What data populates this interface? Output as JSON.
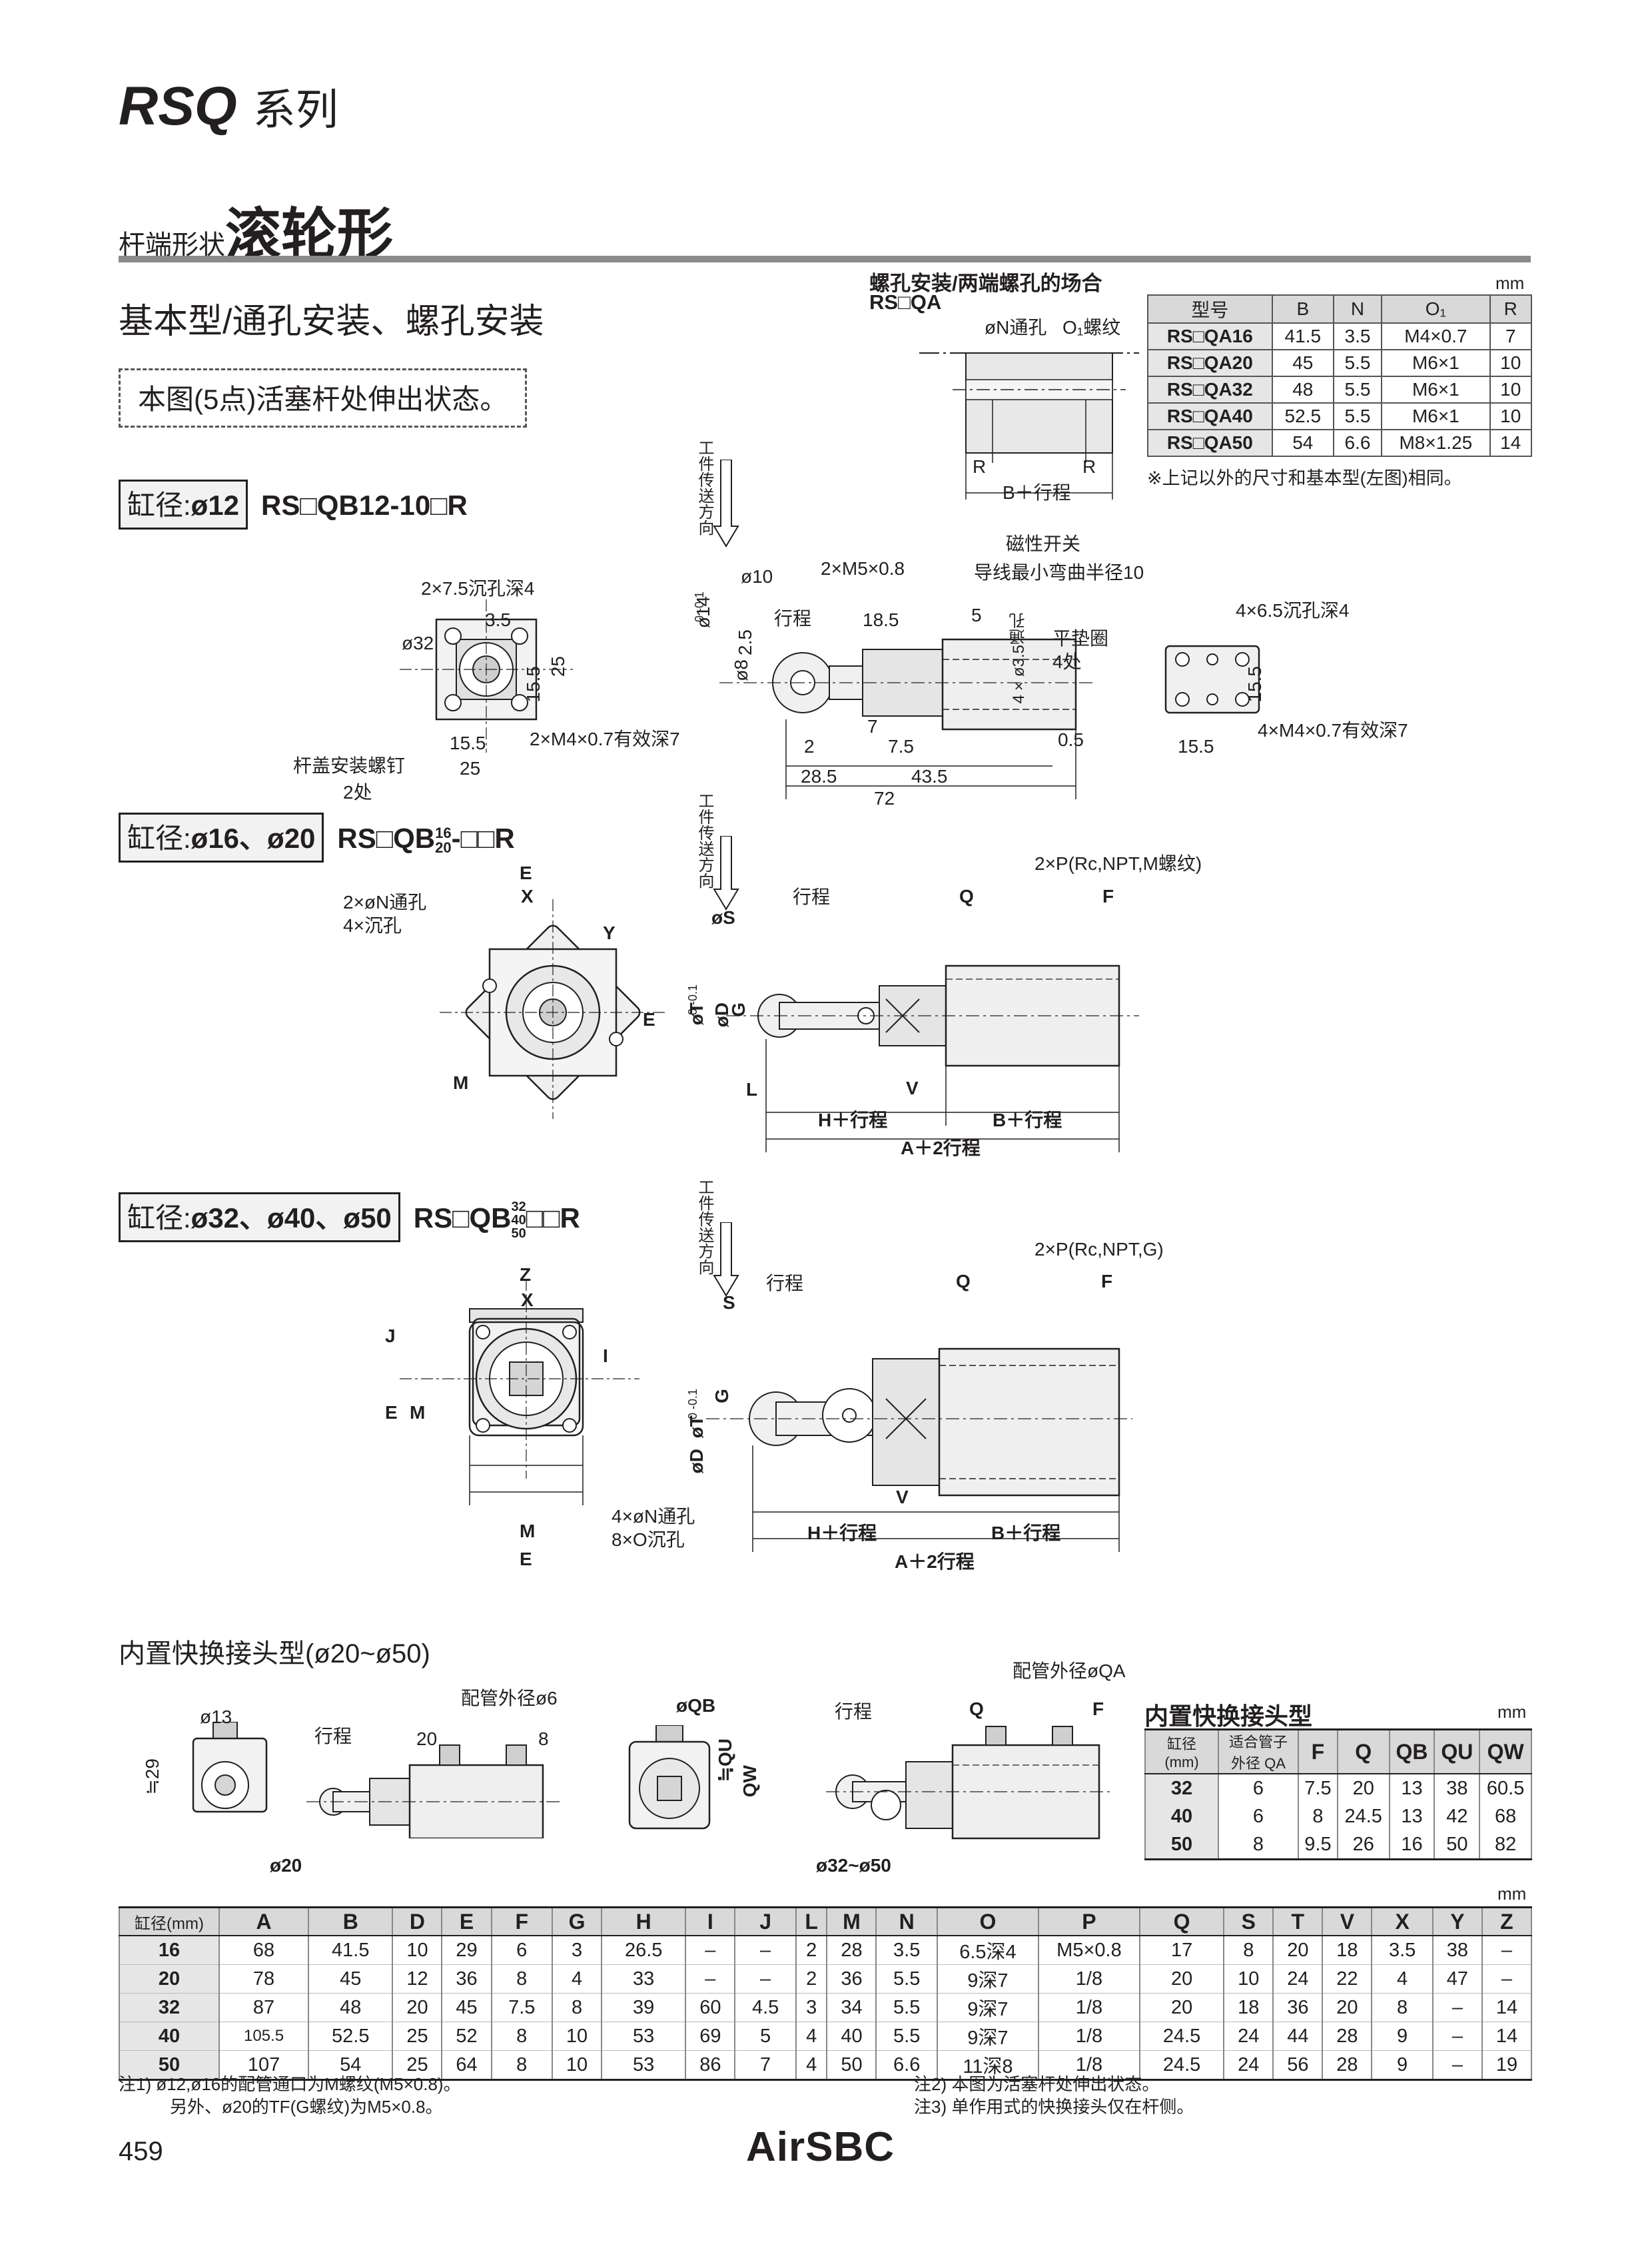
{
  "header": {
    "series_code": "RSQ",
    "series_suffix": "系列",
    "rod_end_prefix": "杆端形状",
    "rod_end_type": "滚轮形",
    "basic_type": "基本型/通孔安装、螺孔安装",
    "note_box": "本图(5点)活塞杆处伸出状态。"
  },
  "qa_section": {
    "title": "螺孔安装/两端螺孔的场合",
    "model": "RS□QA",
    "unit": "mm",
    "labels": {
      "n": "øN通孔",
      "o": "O₁螺纹",
      "r": "R",
      "b": "B＋行程"
    },
    "columns": [
      "型号",
      "B",
      "N",
      "O₁",
      "R"
    ],
    "rows": [
      [
        "RS□QA16",
        "41.5",
        "3.5",
        "M4×0.7",
        "7"
      ],
      [
        "RS□QA20",
        "45",
        "5.5",
        "M6×1",
        "10"
      ],
      [
        "RS□QA32",
        "48",
        "5.5",
        "M6×1",
        "10"
      ],
      [
        "RS□QA40",
        "52.5",
        "5.5",
        "M6×1",
        "10"
      ],
      [
        "RS□QA50",
        "54",
        "6.6",
        "M8×1.25",
        "14"
      ]
    ],
    "footnote": "※上记以外的尺寸和基本型(左图)相同。"
  },
  "sec12": {
    "bore_label": "缸径:",
    "bore_value": "ø12",
    "model": "RS□QB12-10□R",
    "labels": {
      "counterbore": "2×7.5沉孔深4",
      "d32": "ø32",
      "d35": "3.5",
      "d155a": "15.5",
      "d25a": "25",
      "d155b": "15.5",
      "d25b": "25",
      "tap": "2×M4×0.7有效深7",
      "screw": "杆盖安装螺钉",
      "screw_qty": "2处",
      "workdir": "工件传送方向",
      "d10": "ø10",
      "m5": "2×M5×0.8",
      "switch": "磁性开关",
      "wire": "导线最小弯曲半径10",
      "stroke": "行程",
      "d185": "18.5",
      "d5": "5",
      "d14": "ø14",
      "tol": "0 -0.1",
      "d8": "ø8",
      "d25": "2.5",
      "thru": "4×ø3.5通孔",
      "washer": "平垫圈",
      "washer_qty": "4处",
      "d7": "7",
      "d75": "7.5",
      "d2": "2",
      "d05": "0.5",
      "d285": "28.5",
      "d435": "43.5",
      "d72": "72",
      "cb2": "4×6.5沉孔深4",
      "d155c": "15.5",
      "tap2": "4×M4×0.7有效深7",
      "d155d": "15.5"
    }
  },
  "sec16": {
    "bore_label": "缸径:",
    "bore_value": "ø16、ø20",
    "model_prefix": "RS□QB",
    "model_sup": "16",
    "model_sub": "20",
    "model_suffix": "-□□R",
    "labels": {
      "e": "E",
      "x": "X",
      "y": "Y",
      "m": "M",
      "e2": "E",
      "holes": "2×øN通孔",
      "cb": "4×沉孔",
      "workdir": "工件传送方向",
      "stroke": "行程",
      "s": "øS",
      "q": "Q",
      "f": "F",
      "port": "2×P(Rc,NPT,M螺纹)",
      "t": "øT",
      "tol": "0 -0.1",
      "d": "øD",
      "g": "G",
      "l": "L",
      "v": "V",
      "h": "H＋行程",
      "b": "B＋行程",
      "a": "A＋2行程"
    }
  },
  "sec32": {
    "bore_label": "缸径:",
    "bore_value": "ø32、ø40、ø50",
    "model_prefix": "RS□QB",
    "model_stack": [
      "32",
      "40",
      "50"
    ],
    "model_suffix": "□□R",
    "labels": {
      "z": "Z",
      "x": "X",
      "j": "J",
      "i": "I",
      "e": "E",
      "m": "M",
      "m2": "M",
      "e2": "E",
      "holes": "4×øN通孔",
      "cb": "8×O沉孔",
      "workdir": "工件传送方向",
      "stroke": "行程",
      "s": "S",
      "q": "Q",
      "f": "F",
      "port": "2×P(Rc,NPT,G)",
      "t": "øT",
      "tol": "0 -0.1",
      "d": "øD",
      "g": "G",
      "v": "V",
      "h": "H＋行程",
      "b": "B＋行程",
      "a": "A＋2行程"
    }
  },
  "quick": {
    "title": "内置快换接头型(ø20~ø50)",
    "d13": "ø13",
    "d29": "≒29",
    "tube6": "配管外径ø6",
    "stroke": "行程",
    "d20": "20",
    "d8": "8",
    "label20": "ø20",
    "qb": "øQB",
    "qu": "≒QU",
    "qw": "QW",
    "tubeqa": "配管外径øQA",
    "stroke2": "行程",
    "q": "Q",
    "f": "F",
    "label3250": "ø32~ø50",
    "table_title": "内置快换接头型",
    "unit": "mm",
    "col_bore": "缸径 (mm)",
    "col_tube": "适合管子 外径 QA",
    "columns": [
      "F",
      "Q",
      "QB",
      "QU",
      "QW"
    ],
    "rows": [
      [
        "32",
        "6",
        "7.5",
        "20",
        "13",
        "38",
        "60.5"
      ],
      [
        "40",
        "6",
        "8",
        "24.5",
        "13",
        "42",
        "68"
      ],
      [
        "50",
        "8",
        "9.5",
        "26",
        "16",
        "50",
        "82"
      ]
    ]
  },
  "dims": {
    "unit": "mm",
    "columns": [
      "缸径(mm)",
      "A",
      "B",
      "D",
      "E",
      "F",
      "G",
      "H",
      "I",
      "J",
      "L",
      "M",
      "N",
      "O",
      "P",
      "Q",
      "S",
      "T",
      "V",
      "X",
      "Y",
      "Z"
    ],
    "rows": [
      [
        "16",
        "68",
        "41.5",
        "10",
        "29",
        "6",
        "3",
        "26.5",
        "–",
        "–",
        "2",
        "28",
        "3.5",
        "6.5深4",
        "M5×0.8",
        "17",
        "8",
        "20",
        "18",
        "3.5",
        "38",
        "–"
      ],
      [
        "20",
        "78",
        "45",
        "12",
        "36",
        "8",
        "4",
        "33",
        "–",
        "–",
        "2",
        "36",
        "5.5",
        "9深7",
        "1/8",
        "20",
        "10",
        "24",
        "22",
        "4",
        "47",
        "–"
      ],
      [
        "32",
        "87",
        "48",
        "20",
        "45",
        "7.5",
        "8",
        "39",
        "60",
        "4.5",
        "3",
        "34",
        "5.5",
        "9深7",
        "1/8",
        "20",
        "18",
        "36",
        "20",
        "8",
        "–",
        "14"
      ],
      [
        "40",
        "105.5",
        "52.5",
        "25",
        "52",
        "8",
        "10",
        "53",
        "69",
        "5",
        "4",
        "40",
        "5.5",
        "9深7",
        "1/8",
        "24.5",
        "24",
        "44",
        "28",
        "9",
        "–",
        "14"
      ],
      [
        "50",
        "107",
        "54",
        "25",
        "64",
        "8",
        "10",
        "53",
        "86",
        "7",
        "4",
        "50",
        "6.6",
        "11深8",
        "1/8",
        "24.5",
        "24",
        "56",
        "28",
        "9",
        "–",
        "19"
      ]
    ]
  },
  "notes": {
    "n1a": "注1) ø12,ø16的配管通口为M螺纹(M5×0.8)。",
    "n1b": "另外、ø20的TF(G螺纹)为M5×0.8。",
    "n2": "注2) 本图为活塞杆处伸出状态。",
    "n3": "注3) 单作用式的快换接头仅在杆侧。"
  },
  "footer": {
    "page": "459",
    "logo": "AirSBC"
  }
}
